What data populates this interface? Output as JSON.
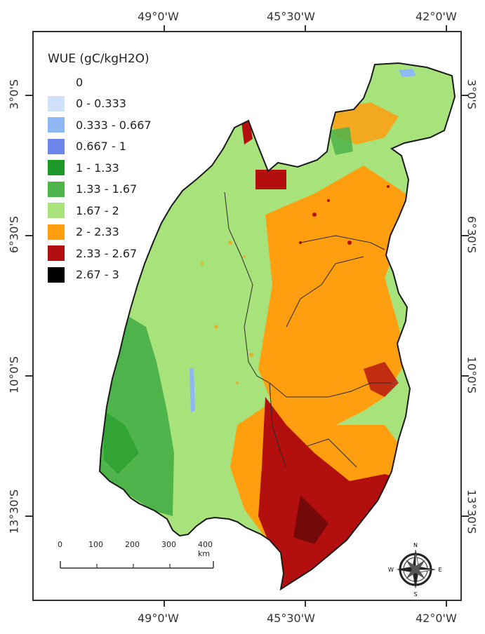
{
  "map": {
    "lon_labels": [
      "49°0'W",
      "45°30'W",
      "42°0'W"
    ],
    "lat_labels": [
      "3°0'S",
      "6°30'S",
      "10°0'S",
      "13°30'S"
    ]
  },
  "legend": {
    "title": "WUE (gC/kgH2O)",
    "items": [
      {
        "label": "0",
        "color": "#ffffff"
      },
      {
        "label": "0 - 0.333",
        "color": "#cfe0fb"
      },
      {
        "label": "0.333 - 0.667",
        "color": "#8fb7f3"
      },
      {
        "label": "0.667 - 1",
        "color": "#6f86ec"
      },
      {
        "label": "1 - 1.33",
        "color": "#1f9a2a"
      },
      {
        "label": "1.33 - 1.67",
        "color": "#4eb34a"
      },
      {
        "label": "1.67 - 2",
        "color": "#a8e27a"
      },
      {
        "label": "2 - 2.33",
        "color": "#ff9e0f"
      },
      {
        "label": "2.33 - 2.67",
        "color": "#b30f0f"
      },
      {
        "label": "2.67 - 3",
        "color": "#000000"
      }
    ]
  },
  "scalebar": {
    "labels": [
      "0",
      "100",
      "200",
      "300",
      "400 km"
    ]
  },
  "north_arrow": {
    "icon": "compass-rose-icon",
    "letters": [
      "N",
      "E",
      "S",
      "W"
    ]
  }
}
